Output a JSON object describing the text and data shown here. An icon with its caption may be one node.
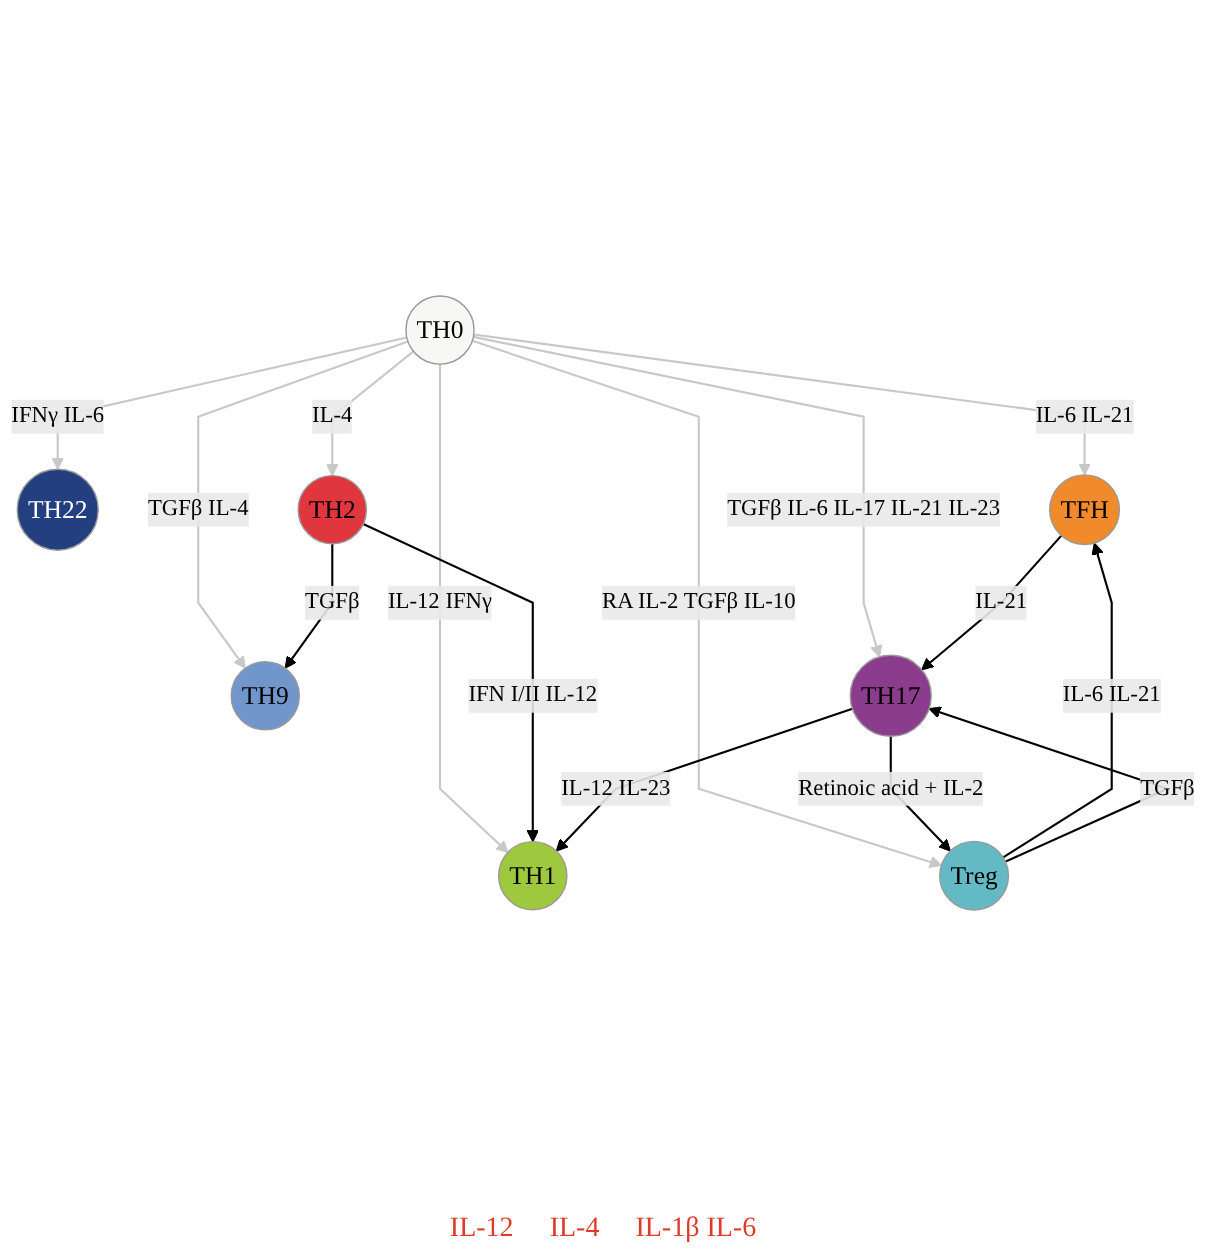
{
  "diagram": {
    "nodes": [
      {
        "text": [
          "TH9"
        ]
      },
      {
        "text": [
          "TH22"
        ]
      },
      {
        "text": [
          "TH2"
        ]
      },
      {
        "text": [
          "TH0"
        ]
      },
      {
        "text": [
          "TFH"
        ]
      },
      {
        "text": [
          "TH1"
        ]
      },
      {
        "text": [
          "Treg"
        ]
      },
      {
        "text": [
          "TH17"
        ]
      }
    ],
    "edges": [
      {
        "from": 3,
        "to": 0,
        "arrow": "to",
        "label": "TGFβ IL-4",
        "color": "#c8c8c8"
      },
      {
        "from": 3,
        "to": 1,
        "arrow": "to",
        "label": "IFNγ IL-6",
        "color": "#c8c8c8"
      },
      {
        "from": 3,
        "to": 2,
        "arrow": "to",
        "label": "IL-4",
        "color": "#c8c8c8"
      },
      {
        "from": 3,
        "to": 4,
        "arrow": "to",
        "label": "IL-6 IL-21",
        "color": "#c8c8c8"
      },
      {
        "from": 3,
        "to": 5,
        "arrow": "to",
        "label": "IL-12 IFNγ",
        "color": "#c8c8c8"
      },
      {
        "from": 3,
        "to": 6,
        "arrow": "to",
        "label": "RA IL-2 TGFβ IL-10",
        "color": "#c8c8c8"
      },
      {
        "from": 3,
        "to": 7,
        "arrow": "to",
        "label": "TGFβ IL-6 IL-17 IL-21 IL-23",
        "color": "#c8c8c8"
      },
      {
        "from": 2,
        "to": 0,
        "arrow": "to",
        "label": "TGFβ",
        "color": "#000000"
      },
      {
        "from": 2,
        "to": 5,
        "arrow": "to",
        "label": "IFN I/II IL-12",
        "color": "#000000"
      },
      {
        "from": 4,
        "to": 7,
        "arrow": "to",
        "label": "IL-21",
        "color": "#000000"
      },
      {
        "from": 6,
        "to": 4,
        "arrow": "to",
        "label": "IL-6 IL-21",
        "color": "#000000"
      },
      {
        "from": 6,
        "to": 7,
        "arrow": "to",
        "label": "TGFβ",
        "color": "#000000"
      },
      {
        "from": 7,
        "to": 6,
        "arrow": "to",
        "label": "Retinoic acid + IL-2",
        "color": "#000000"
      },
      {
        "from": 7,
        "to": 5,
        "arrow": "to",
        "label": "IL-12 IL-23",
        "color": "#000000"
      }
    ],
    "labels": [
      "IL-12",
      "IL-4",
      "IL-1β IL-6"
    ]
  }
}
